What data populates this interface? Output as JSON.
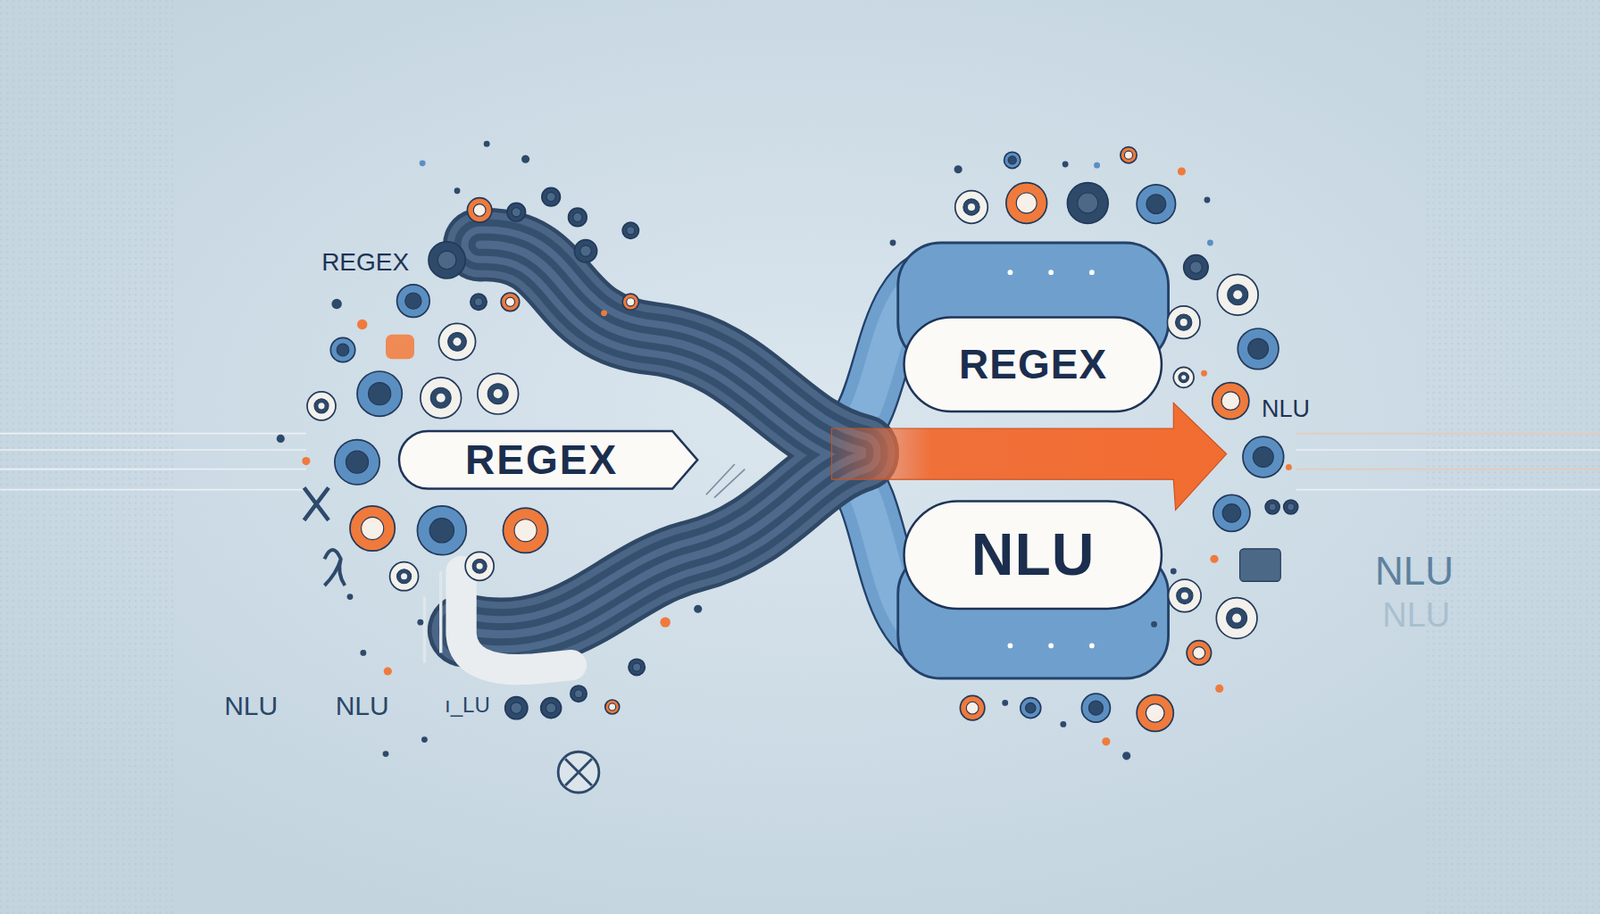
{
  "diagram": {
    "nodes": [
      {
        "text": [
          "REGEX"
        ]
      },
      {
        "text": [
          "REGEX"
        ]
      },
      {
        "text": [
          "NLU"
        ]
      }
    ],
    "labels": [
      "REGEX",
      "NLU",
      "NLU",
      "NLU",
      "NLU",
      "NLU",
      "ı_LU"
    ]
  }
}
